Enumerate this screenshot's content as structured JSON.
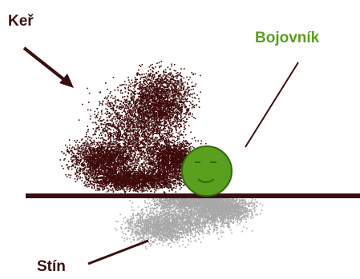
{
  "labels": {
    "bush": "Keř",
    "fighter": "Bojovník",
    "shadow": "Stín"
  },
  "colors": {
    "bush": "#3d0a0a",
    "shadow": "#a8a8a8",
    "fighter": "#5aa01e",
    "fighter_outline": "#2f6a0e",
    "ground": "#3a0f0f",
    "text_dark": "#3a0f0f",
    "text_fighter": "#5aa01e",
    "arrow": "#3a0f0f",
    "background": "#ffffff"
  },
  "icons": {
    "fighter_face": "smiley-face-icon",
    "pointer": "arrow-icon"
  }
}
